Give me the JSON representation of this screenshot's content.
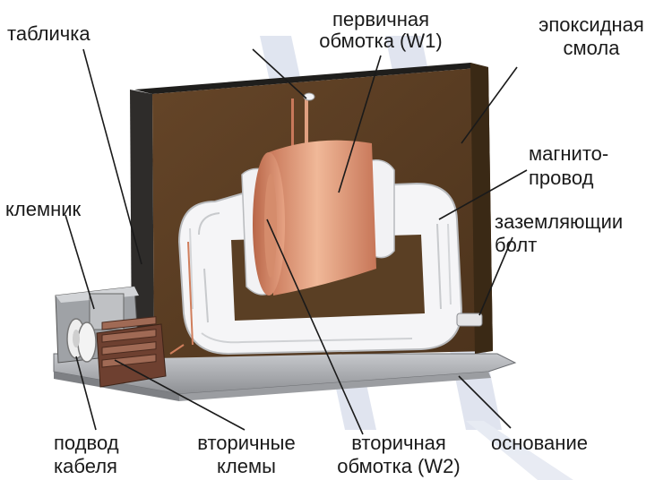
{
  "labels": {
    "tablichka": "табличка",
    "primary_winding_1": "первичная",
    "primary_winding_2": "обмотка (W1)",
    "epoxy_1": "эпоксидная",
    "epoxy_2": "смола",
    "magnetic_core_1": "магнито-",
    "magnetic_core_2": "провод",
    "terminal_block": "клемник",
    "grounding_bolt_1": "заземляющии",
    "grounding_bolt_2": "болт",
    "cable_entry_1": "подвод",
    "cable_entry_2": "кабеля",
    "secondary_terminals_1": "вторичные",
    "secondary_terminals_2": "клемы",
    "secondary_winding_1": "вторичная",
    "secondary_winding_2": "обмотка (W2)",
    "base": "основание"
  },
  "colors": {
    "epoxy_brown": "#5a3f24",
    "top_face": "#2b2a28",
    "copper": "#e0a080",
    "core_white": "#f4f4f6",
    "base_grey": "#b4b6ba",
    "watermark": "#d7dce9",
    "terminal_brown": "#7a4a36"
  }
}
